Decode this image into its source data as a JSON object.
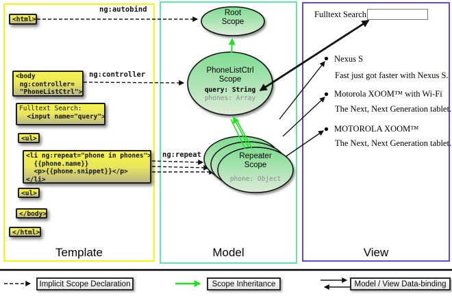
{
  "diagram": {
    "template": {
      "label": "Template",
      "autobind_label": "ng:autobind",
      "controller_label": "ng:controller",
      "repeat_label": "ng:repeat",
      "boxes": {
        "html_open": {
          "lines": [
            "<html>"
          ]
        },
        "body_open": {
          "lines": [
            "<body",
            " ng:controller=",
            " \"PhoneListCtrl\">"
          ]
        },
        "fulltext": {
          "lines": [
            "Fulltext Search:",
            "  <input name=\"query\">"
          ]
        },
        "ul_1": {
          "lines": [
            "<ul>"
          ]
        },
        "li_repeat": {
          "lines": [
            "<li ng:repeat=\"phone in phones\">",
            "  {{phone.name}}",
            "  <p>{{phone.snippet}}</p>",
            "</li>"
          ]
        },
        "ul_2": {
          "lines": [
            "<ul>"
          ]
        },
        "body_close": {
          "lines": [
            "</body>"
          ]
        },
        "html_close": {
          "lines": [
            "</html>"
          ]
        }
      }
    },
    "model": {
      "label": "Model",
      "root_scope": {
        "line1": "Root",
        "line2": "Scope"
      },
      "phonelist_scope": {
        "line1": "PhoneListCtrl",
        "line2": "Scope",
        "prop1": "query: String",
        "prop2": "phones: Array"
      },
      "repeater_scope": {
        "line1": "Repeater",
        "line2": "Scope",
        "prop1": "phone: Object"
      }
    },
    "view": {
      "label": "View",
      "search_label": "Fulltext Search:",
      "search_value": "",
      "items": [
        {
          "title": "Nexus S",
          "snippet": "Fast just got faster with Nexus S."
        },
        {
          "title": "Motorola XOOM™ with Wi-Fi",
          "snippet": "The Next, Next Generation tablet."
        },
        {
          "title": "MOTOROLA XOOM™",
          "snippet": "The Next, Next Generation tablet."
        }
      ]
    },
    "legend": {
      "implicit": "Implicit Scope Declaration",
      "inheritance": "Scope Inheritance",
      "binding": "Model / View Data-binding"
    },
    "colors": {
      "template_border": "#f6f60a",
      "model_border": "#5fe8a8",
      "view_border": "#5b4be0",
      "codebox_top": "#f7f44a",
      "codebox_bottom": "#b9b787",
      "scope_top": "#7edc90",
      "scope_bottom": "#dcebd8",
      "inheritance_green": "#1de51d",
      "dim_text": "#8a8a8a"
    }
  }
}
